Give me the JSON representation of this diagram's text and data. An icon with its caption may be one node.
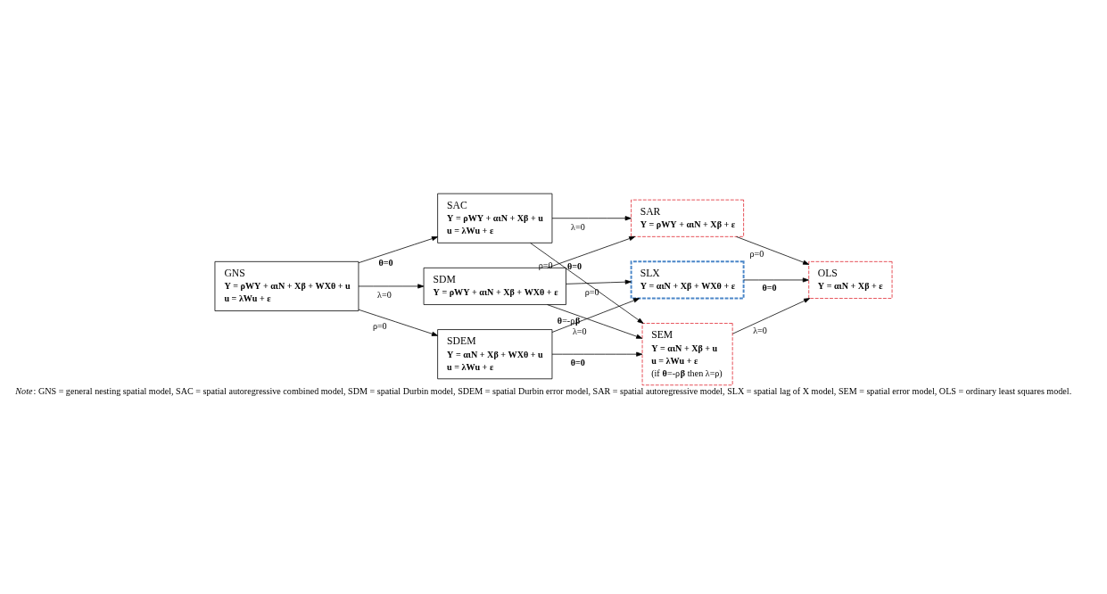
{
  "diagram": {
    "caption": "*Note*: GNS = general nesting spatial model, SAC = spatial autoregressive combined model, SDM = spatial Durbin model, SDEM = spatial Durbin error model, SAR = spatial autoregressive model, SLX = spatial lag of X model, SEM = spatial error model, OLS = ordinary least squares model.",
    "nodes": [
      {
        "text": [
          "GNS",
          "Y = ρWY + αιN + Xβ + WXθ + u",
          "u = λWu + ε"
        ]
      },
      {
        "text": [
          "SAC",
          "Y = ρWY + αιN + Xβ + u",
          "u = λWu + ε"
        ]
      },
      {
        "text": [
          "SDM",
          "Y = ρWY + αιN + Xβ + WXθ + ε"
        ]
      },
      {
        "text": [
          "SDEM",
          "Y = αιN + Xβ + WXθ + u",
          "u = λWu + ε"
        ]
      },
      {
        "text": [
          "SAR",
          "Y = ρWY + αιN + Xβ + ε"
        ]
      },
      {
        "text": [
          "SLX",
          "Y = αιN + Xβ + WXθ + ε"
        ]
      },
      {
        "text": [
          "SEM",
          "Y = αιN + Xβ + u",
          "u = λWu + ε",
          "(if **θ**=-ρ**β** then λ=ρ)"
        ]
      },
      {
        "text": [
          "OLS",
          "Y = αιN + Xβ + ε"
        ]
      }
    ],
    "edges": [
      {
        "from": 0,
        "to": 1,
        "arrow": "to",
        "label": "**θ=0**"
      },
      {
        "from": 0,
        "to": 2,
        "arrow": "to",
        "label": "λ=0"
      },
      {
        "from": 0,
        "to": 3,
        "arrow": "to",
        "label": "ρ=0"
      },
      {
        "from": 1,
        "to": 4,
        "arrow": "to",
        "label": "λ=0"
      },
      {
        "from": 1,
        "to": 6,
        "arrow": "to",
        "label": "ρ=0"
      },
      {
        "from": 2,
        "to": 4,
        "arrow": "to",
        "label": "**θ=0**"
      },
      {
        "from": 2,
        "to": 5,
        "arrow": "to",
        "label": "ρ=0"
      },
      {
        "from": 2,
        "to": 6,
        "arrow": "to",
        "label": "**θ**=-ρ**β**"
      },
      {
        "from": 3,
        "to": 5,
        "arrow": "to",
        "label": "λ=0"
      },
      {
        "from": 3,
        "to": 6,
        "arrow": "to",
        "label": "**θ=0**"
      },
      {
        "from": 4,
        "to": 7,
        "arrow": "to",
        "label": "ρ=0"
      },
      {
        "from": 5,
        "to": 7,
        "arrow": "to",
        "label": "**θ=0**"
      },
      {
        "from": 6,
        "to": 7,
        "arrow": "to",
        "label": "λ=0"
      }
    ]
  }
}
